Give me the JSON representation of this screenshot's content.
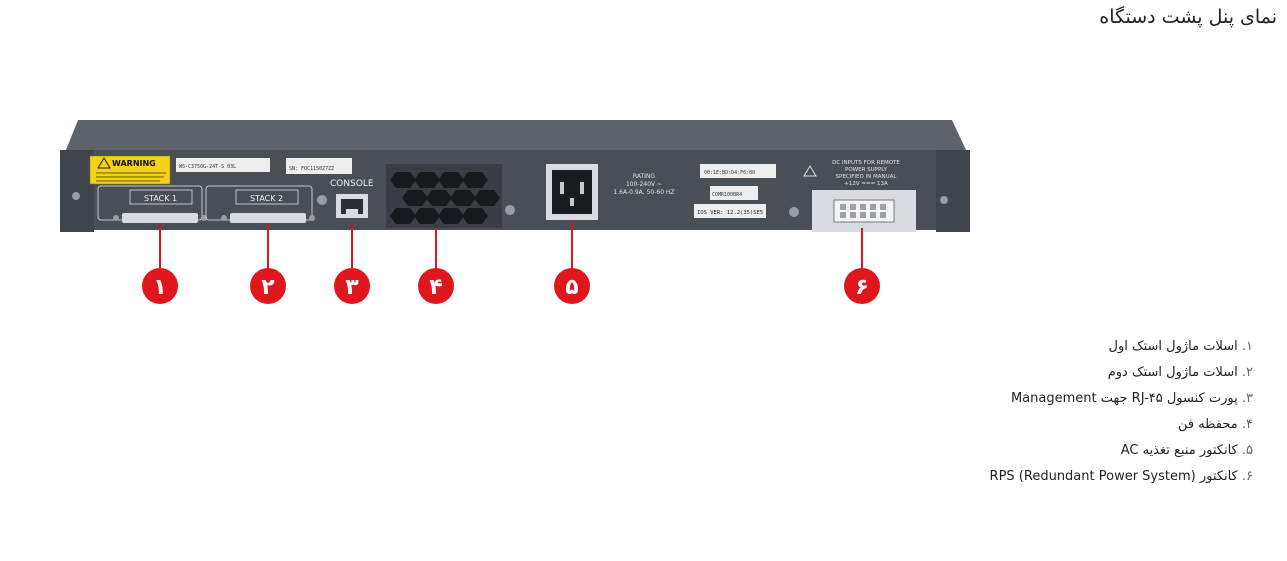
{
  "page": {
    "title": "نمای پنل پشت دستگاه"
  },
  "device": {
    "warning_label": "WARNING",
    "stack_labels": [
      "STACK 1",
      "STACK 2"
    ],
    "console_label": "CONSOLE",
    "rating_lines": [
      "RATING",
      "100-240V ~",
      "1.6A-0.9A, 50-60 HZ"
    ],
    "ios_label": "IOS VER: 12.2(35)SE5",
    "dc_lines": [
      "DC INPUTS FOR REMOTE",
      "POWER SUPPLY",
      "SPECIFIED IN MANUAL",
      "+12V === 13A"
    ],
    "sticker_texts": [
      "WS-C3750G-24T-S 03L",
      "SN: FOC1150Z7ZZ",
      "00:1E:BD:D4:F6:00",
      "COMR100BR4"
    ]
  },
  "callouts": [
    "۱",
    "۲",
    "۳",
    "۴",
    "۵",
    "۶"
  ],
  "legend": [
    {
      "num": "۱.",
      "text": "اسلات ماژول استک اول"
    },
    {
      "num": "۲.",
      "text": "اسلات ماژول استک دوم"
    },
    {
      "num": "۳.",
      "text": "پورت کنسول RJ-۴۵ جهت Management"
    },
    {
      "num": "۴.",
      "text": "محفظه فن"
    },
    {
      "num": "۵.",
      "text": "کانکتور منبع تغذیه AC"
    },
    {
      "num": "۶.",
      "text": "کانکتور RPS (Redundant Power System)"
    }
  ],
  "colors": {
    "chassis": "#4a4e55",
    "chassis_top": "#5e636b",
    "callout_red": "#e0161c",
    "warning_yellow": "#f2d21a"
  }
}
